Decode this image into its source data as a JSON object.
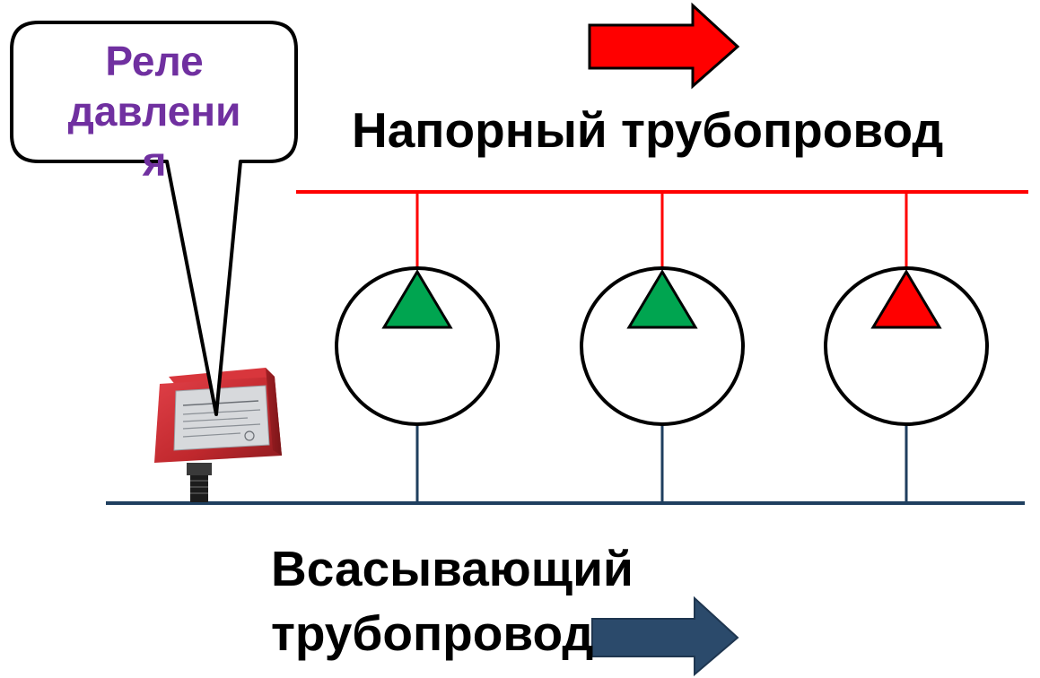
{
  "labels": {
    "discharge": "Напорный трубопровод",
    "suction": "Всасывающий трубопровод"
  },
  "callout": {
    "lines": [
      "Реле",
      "давлени",
      "я"
    ]
  },
  "pumps": [
    {
      "id": "pump-1",
      "status": "running"
    },
    {
      "id": "pump-2",
      "status": "running"
    },
    {
      "id": "pump-3",
      "status": "stopped"
    }
  ],
  "colors": {
    "discharge_pipe": "#ff0000",
    "suction_pipe": "#1f3f5f",
    "running": "#00a550",
    "stopped": "#ff0000",
    "callout_text": "#7030a0",
    "relay_body": "#c0282d",
    "suction_arrow": "#2b4a6b"
  },
  "icons": {
    "flow_arrow": "right-arrow-icon",
    "relay": "pressure-relay-icon"
  }
}
